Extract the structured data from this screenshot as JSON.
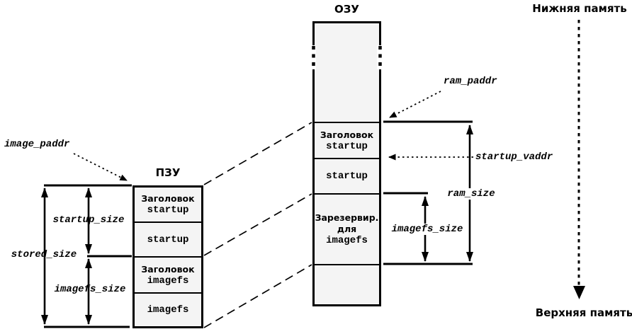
{
  "title_labels": {
    "ram_title": "ОЗУ",
    "rom_title": "ПЗУ",
    "lower_memory": "Нижняя память",
    "upper_memory": "Верхняя память"
  },
  "rom": {
    "sections": [
      {
        "header": "Заголовок",
        "name": "startup"
      },
      {
        "name": "startup"
      },
      {
        "header": "Заголовок",
        "name": "imagefs"
      },
      {
        "name": "imagefs"
      }
    ]
  },
  "ram": {
    "sections": [
      {
        "header": "Заголовок",
        "name": "startup"
      },
      {
        "name": "startup"
      },
      {
        "reserved_line1": "Зарезервир.",
        "reserved_line2": "для",
        "name": "imagefs"
      }
    ]
  },
  "measure_labels": {
    "image_paddr": "image_paddr",
    "startup_size": "startup_size",
    "stored_size": "stored_size",
    "imagefs_size_left": "imagefs_size",
    "ram_paddr": "ram_paddr",
    "startup_vaddr": "startup_vaddr",
    "ram_size": "ram_size",
    "imagefs_size_right": "imagefs_size"
  },
  "colors": {
    "box_fill": "#f4f4f4",
    "line": "#000000",
    "background": "#ffffff"
  }
}
